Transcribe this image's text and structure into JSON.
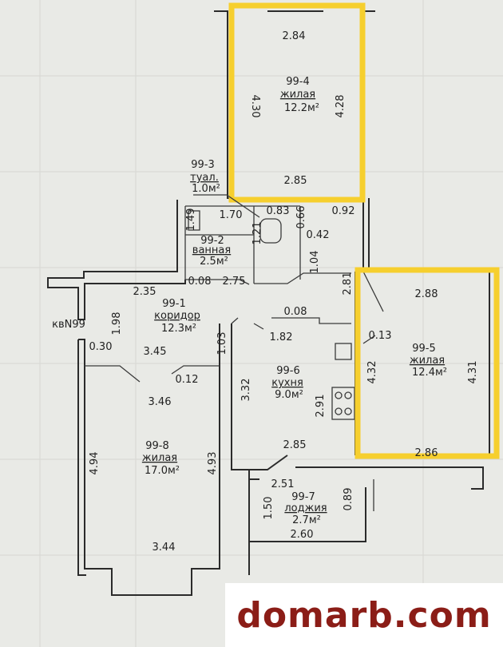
{
  "apartment_label": "квN99",
  "rooms": [
    {
      "id": "99-4",
      "type": "жилая",
      "area": "12.2м²",
      "dims": {
        "top": "2.84",
        "left": "4.30",
        "right": "4.28",
        "bottom": "2.85"
      },
      "highlighted": true
    },
    {
      "id": "99-3",
      "type": "туал.",
      "area": "1.0м²"
    },
    {
      "id": "99-2",
      "type": "ванная",
      "area": "2.5м²"
    },
    {
      "id": "99-1",
      "type": "коридор",
      "area": "12.3м²"
    },
    {
      "id": "99-5",
      "type": "жилая",
      "area": "12.4м²",
      "dims": {
        "top": "2.88",
        "left": "4.32",
        "right": "4.31",
        "bottom": "2.86"
      },
      "highlighted": true
    },
    {
      "id": "99-6",
      "type": "кухня",
      "area": "9.0м²"
    },
    {
      "id": "99-8",
      "type": "жилая",
      "area": "17.0м²",
      "dims": {
        "left": "4.94",
        "right": "4.93",
        "bottom": "3.44"
      }
    },
    {
      "id": "99-7",
      "type": "лоджия",
      "area": "2.7м²",
      "dims": {
        "top": "2.51",
        "left": "1.50",
        "right": "0.89",
        "bottom": "2.60"
      }
    }
  ],
  "dimensions": {
    "toilet_top": "1.70",
    "toilet_w": "0.83",
    "shaft_w": "0.66",
    "shaft_right": "0.92",
    "bath_h": "1.49",
    "bath_shaft": "1.21",
    "bath_gap": "0.42",
    "bath_right": "1.04",
    "bath_bottom_a": "0.08",
    "bath_bottom_b": "2.75",
    "corridor_top": "2.35",
    "corridor_left": "1.98",
    "corridor_niche": "0.30",
    "corridor_mid": "3.45",
    "corridor_lower": "3.46",
    "corridor_step": "0.12",
    "corridor_right": "1.03",
    "kitchen_top_a": "0.08",
    "kitchen_top_b": "1.82",
    "kitchen_left": "3.32",
    "kitchen_stove": "2.91",
    "kitchen_gap": "0.13",
    "room5_outer_left": "2.81",
    "kitchen_bottom": "2.85"
  },
  "watermark": "domarb.com",
  "colors": {
    "highlight": "#f6cf2e",
    "watermark_text": "#8b1d17",
    "line": "#2b2b2b"
  }
}
